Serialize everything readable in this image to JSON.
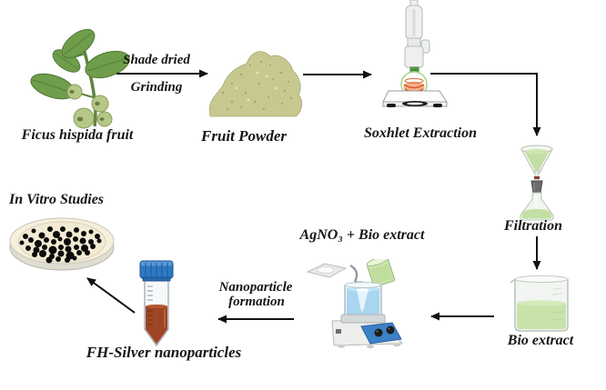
{
  "nodes": [
    {
      "id": "plant",
      "label": "Ficus hispida fruit"
    },
    {
      "id": "powder",
      "label": "Fruit Powder"
    },
    {
      "id": "soxhlet",
      "label": "Soxhlet Extraction"
    },
    {
      "id": "filtration",
      "label": "Filtration"
    },
    {
      "id": "bio_extract",
      "label": "Bio extract"
    },
    {
      "id": "mixing",
      "label": "AgNO₃ + Bio extract"
    },
    {
      "id": "nanoparticles",
      "label": "FH-Silver nanoparticles"
    },
    {
      "id": "in_vitro",
      "label": "In Vitro Studies"
    }
  ],
  "edges": [
    {
      "from": "plant",
      "to": "powder",
      "label_top": "Shade dried",
      "label_bottom": "Grinding"
    },
    {
      "from": "powder",
      "to": "soxhlet"
    },
    {
      "from": "soxhlet",
      "to": "filtration"
    },
    {
      "from": "filtration",
      "to": "bio_extract"
    },
    {
      "from": "bio_extract",
      "to": "mixing"
    },
    {
      "from": "mixing",
      "to": "nanoparticles",
      "label_top": "Nanoparticle",
      "label_bottom": "formation"
    },
    {
      "from": "nanoparticles",
      "to": "in_vitro"
    }
  ],
  "colors": {
    "arrow": "#111111",
    "text": "#151515",
    "leaf_green": "#6f9d4b",
    "fruit_green": "#b6c887",
    "powder_khaki": "#c7c88f",
    "extract_green": "#c8e2aa",
    "vortex_blue": "#a9d5ef",
    "cap_blue": "#2f79c2",
    "nanoparticle_brown": "#9d4524",
    "stirrer_panel_blue": "#3c80c6",
    "petri_cream": "#f5efdc",
    "flask_heat_orange": "#e07a48"
  }
}
